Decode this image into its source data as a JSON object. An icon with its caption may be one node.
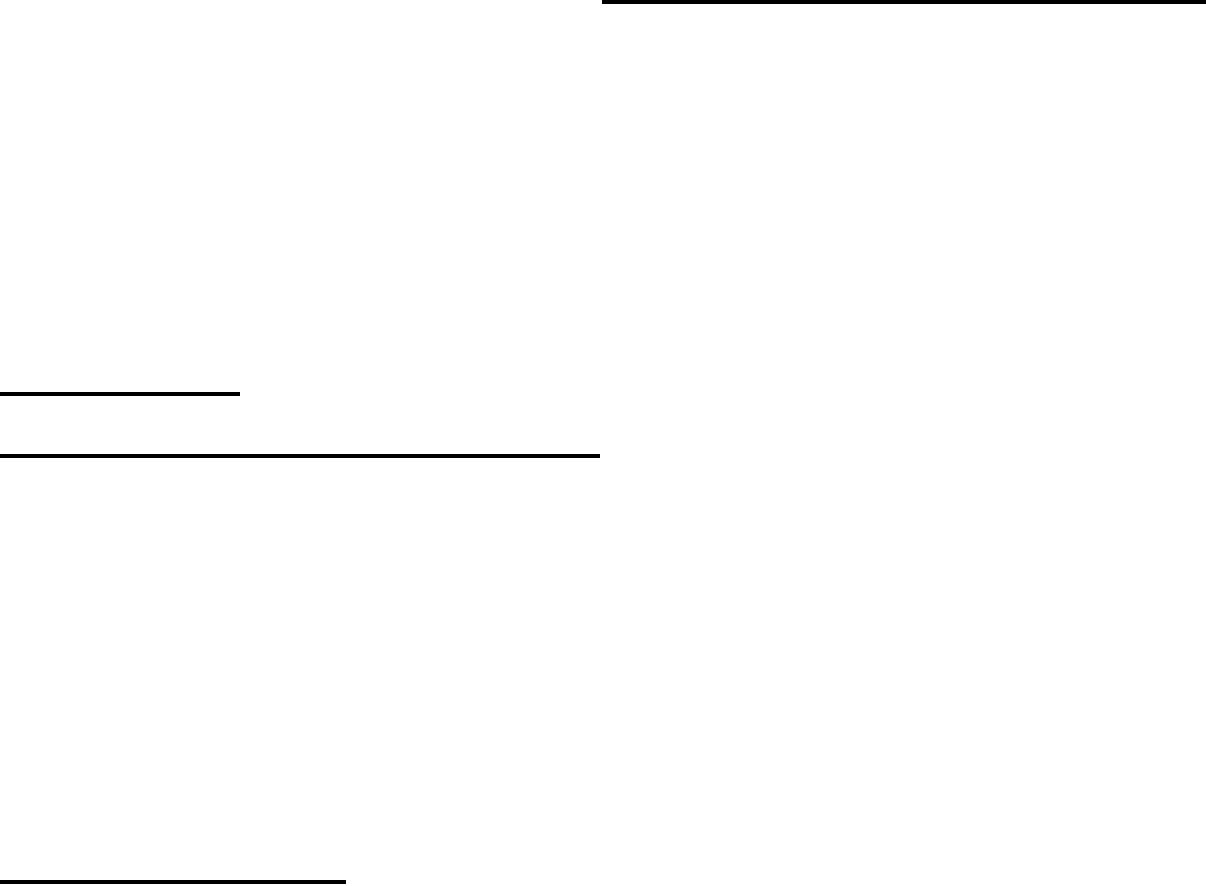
{
  "diagram": {
    "nodes": [
      {
        "text": [],
        "shape": "line"
      },
      {
        "text": [],
        "shape": "line"
      },
      {
        "text": [],
        "shape": "line"
      },
      {
        "text": [],
        "shape": "line"
      }
    ]
  }
}
